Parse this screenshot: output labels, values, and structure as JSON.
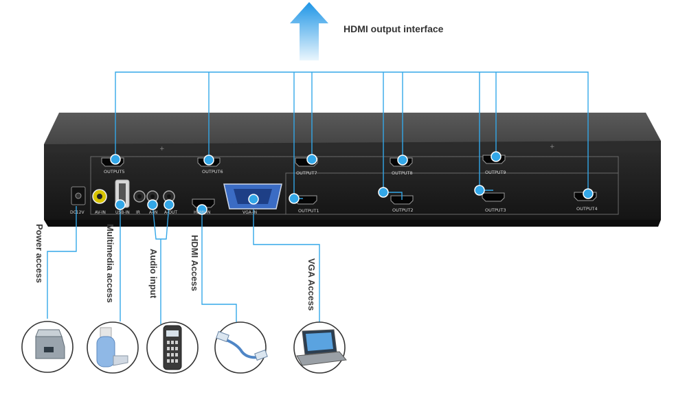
{
  "header": {
    "title": "HDMI output interface"
  },
  "colors": {
    "accent": "#33a7e8",
    "arrow_top": "#1e95e6",
    "arrow_bottom": "#e8f5fd",
    "device_top": "#4a4a4a",
    "device_face": "#1f1f1f",
    "circle_stroke": "#333333"
  },
  "device": {
    "outputs_top": [
      "OUTPUT5",
      "OUTPUT6",
      "OUTPUT7",
      "OUTPUT8",
      "OUTPUT9"
    ],
    "outputs_bottom": [
      "OUTPUT1",
      "OUTPUT2",
      "OUTPUT3",
      "OUTPUT4"
    ],
    "inputs": {
      "dc": "DC12V",
      "av": "AV-IN",
      "usb": "USB-IN",
      "ir": "IR",
      "ain": "A-IN",
      "aout": "A-OUT",
      "hdmi": "HDMI-IN",
      "vga": "VGA-IN"
    }
  },
  "labels": {
    "power": "Power access",
    "multimedia": "Multimedia access",
    "audio": "Audio input",
    "hdmi": "HDMI Access",
    "vga": "VGA Access"
  },
  "icons": [
    "power-adapter-icon",
    "usb-drive-icon",
    "remote-control-icon",
    "hdmi-cable-icon",
    "laptop-icon"
  ]
}
